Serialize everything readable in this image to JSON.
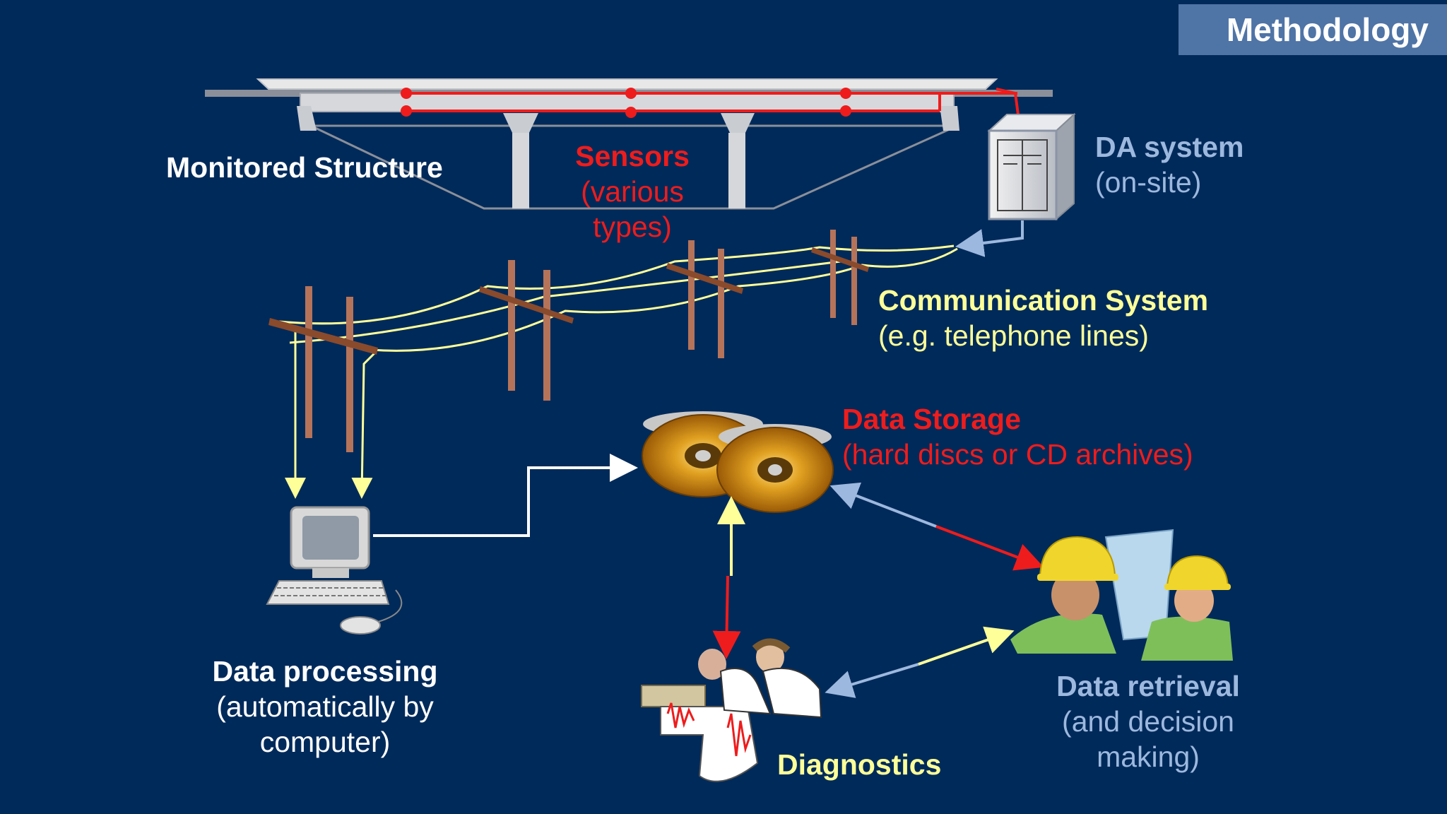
{
  "slide": {
    "title": "Methodology"
  },
  "labels": {
    "monitored_structure": "Monitored Structure",
    "sensors": {
      "title": "Sensors",
      "line1": "(various",
      "line2": "types)"
    },
    "da_system": {
      "title": "DA system",
      "subtitle": "(on-site)"
    },
    "communication": {
      "title": "Communication System",
      "subtitle": "(e.g. telephone lines)"
    },
    "data_storage": {
      "title": "Data Storage",
      "subtitle": "(hard discs or CD archives)"
    },
    "data_processing": {
      "title": "Data processing",
      "line1": "(automatically by",
      "line2": "computer)"
    },
    "diagnostics": "Diagnostics",
    "data_retrieval": {
      "title": "Data retrieval",
      "line1": "(and decision",
      "line2": "making)"
    }
  },
  "colors": {
    "background": "#002a5a",
    "title_bar": "#4f74a6",
    "red": "#ee1c1c",
    "yellow": "#ffff99",
    "light_blue": "#9db8de",
    "white": "#ffffff"
  },
  "icons": [
    "bridge-icon",
    "sensor-dot-icon",
    "da-cabinet-icon",
    "telephone-pole-icon",
    "cd-disc-icon",
    "computer-icon",
    "engineers-icon",
    "diagnostics-people-icon"
  ]
}
